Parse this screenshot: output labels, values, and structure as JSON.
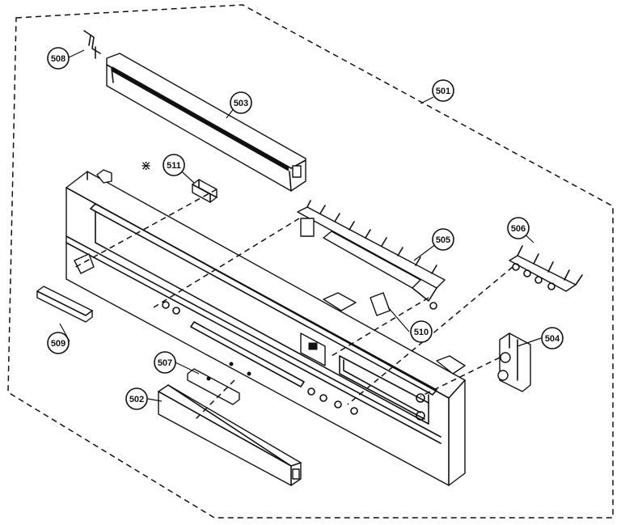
{
  "callouts": [
    {
      "id": "c501",
      "label": "501"
    },
    {
      "id": "c502",
      "label": "502"
    },
    {
      "id": "c503",
      "label": "503"
    },
    {
      "id": "c504",
      "label": "504"
    },
    {
      "id": "c505",
      "label": "505"
    },
    {
      "id": "c506",
      "label": "506"
    },
    {
      "id": "c507",
      "label": "507"
    },
    {
      "id": "c508",
      "label": "508"
    },
    {
      "id": "c509",
      "label": "509"
    },
    {
      "id": "c510",
      "label": "510"
    },
    {
      "id": "c511",
      "label": "511"
    }
  ],
  "markers": {
    "asterisk": "⋇"
  }
}
